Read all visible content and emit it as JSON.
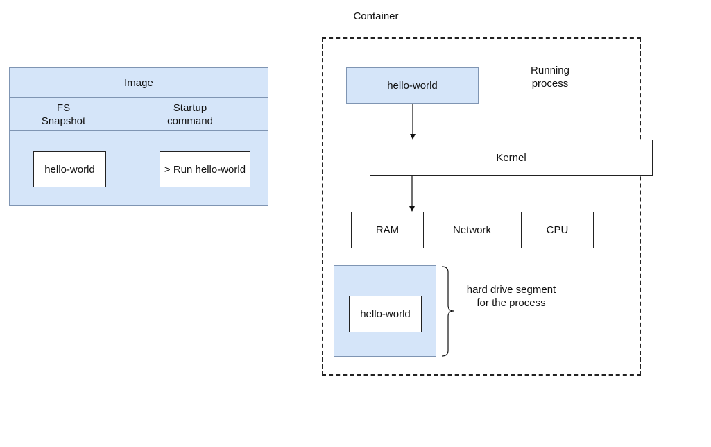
{
  "image": {
    "title": "Image",
    "col_fs": "FS\nSnapshot",
    "col_startup": "Startup\ncommand",
    "fs_item": "hello-world",
    "startup_item": "> Run hello-world"
  },
  "container": {
    "title": "Container",
    "process_box": "hello-world",
    "running_process_label": "Running\nprocess",
    "kernel": "Kernel",
    "resources": [
      "RAM",
      "Network",
      "CPU"
    ],
    "disk_item": "hello-world",
    "disk_label": "hard drive segment\nfor the process"
  },
  "colors": {
    "fill_blue": "#d5e5f9",
    "border_blue": "#7f95b3",
    "line": "#222222"
  }
}
